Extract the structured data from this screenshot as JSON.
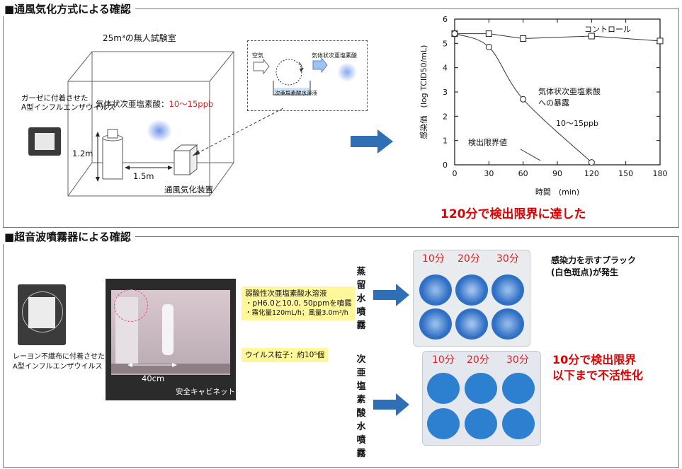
{
  "section1": {
    "title": "■通風気化方式による確認",
    "room_label": "25m³の無人試験室",
    "gauze_label_line1": "ガーゼに付着させた",
    "gauze_label_line2": "A型インフルエンザウイルス",
    "gas_label": "気体状次亜塩素酸：",
    "gas_value": "10～15ppb",
    "height_label": "1.2m",
    "distance_label": "1.5m",
    "device_label": "通風気化装置",
    "inset_air": "空気",
    "inset_gas": "気体状次亜塩素酸",
    "inset_solution": "次亜塩素酸水溶液",
    "result": "120分で検出限界に達した"
  },
  "chart_data": {
    "type": "line",
    "ylabel_main": "感染価",
    "ylabel_unit": "(log TCID50/mL)",
    "xlabel": "時間　(min)",
    "xticks": [
      0,
      30,
      60,
      90,
      120,
      150,
      180
    ],
    "yticks": [
      0,
      1,
      2,
      3,
      4,
      5,
      6
    ],
    "xlim": [
      0,
      180
    ],
    "ylim": [
      0,
      6
    ],
    "grid": false,
    "series": [
      {
        "name": "コントロール",
        "marker": "square",
        "x": [
          0,
          30,
          60,
          120,
          180
        ],
        "y": [
          5.4,
          5.4,
          5.2,
          5.3,
          5.1
        ]
      },
      {
        "name": "気体状次亜塩素酸への暴露",
        "marker": "circle",
        "x": [
          0,
          30,
          60,
          120
        ],
        "y": [
          5.4,
          4.85,
          2.7,
          0.1
        ]
      }
    ],
    "annotations": {
      "exposure_line1": "気体状次亜塩素酸",
      "exposure_line2": "への暴露",
      "exposure_value": "10～15ppb",
      "detection_limit": "検出限界値"
    }
  },
  "section2": {
    "title": "■超音波噴霧器による確認",
    "rayon_label_line1": "レーヨン不織布に付着させた",
    "rayon_label_line2": "A型インフルエンザウイルス",
    "distance_label": "40cm",
    "cabinet_label": "安全キャビネット内",
    "solution_line1": "弱酸性次亜塩素酸水溶液",
    "solution_line2": "・pH6.0と10.0, 50ppmを噴霧",
    "solution_line3": "・霧化量120mL/h；風量3.0m³/h",
    "particles_label": "ウイルス粒子：約10⁵個",
    "water_label": [
      "蒸",
      "留",
      "水",
      "噴",
      "霧"
    ],
    "hypo_label": [
      "次",
      "亜",
      "塩",
      "素",
      "酸",
      "水",
      "噴",
      "霧"
    ],
    "plate_times": [
      "10分",
      "20分",
      "30分"
    ],
    "plaque_note_line1": "感染力を示すプラック",
    "plaque_note_line2": "(白色斑点)が発生",
    "result_line1": "10分で検出限界",
    "result_line2": "以下まで不活性化",
    "colors": {
      "plate_blue": "#2f6fc4",
      "plate_solid_blue": "#2d7fd0",
      "arrow_blue": "#2e6fb5",
      "result_red": "#e00000"
    }
  }
}
